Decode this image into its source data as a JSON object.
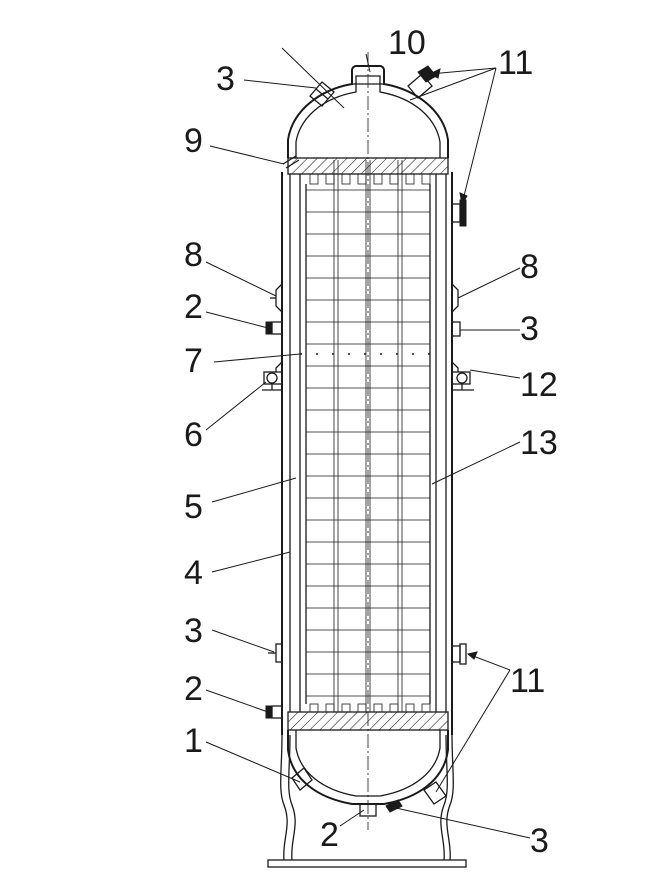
{
  "labels": {
    "l1": "1",
    "l2_upper": "2",
    "l2_lower": "2",
    "l2_bottom": "2",
    "l3_top": "3",
    "l3_right": "3",
    "l3_left": "3",
    "l3_bottom": "3",
    "l4": "4",
    "l5": "5",
    "l6": "6",
    "l7": "7",
    "l8_left": "8",
    "l8_right": "8",
    "l9": "9",
    "l10": "10",
    "l11_top": "11",
    "l11_bottom": "11",
    "l12": "12",
    "l13": "13"
  }
}
